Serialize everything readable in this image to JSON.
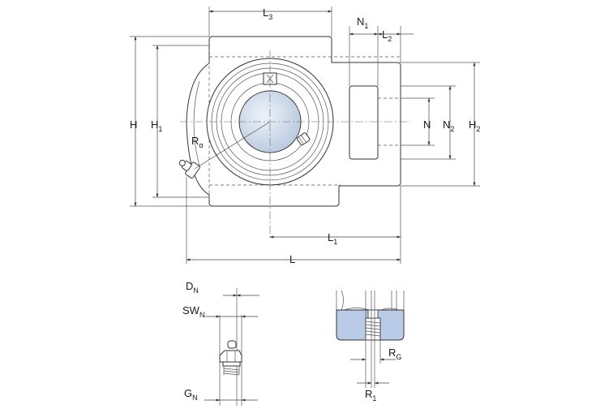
{
  "labels": {
    "L3": {
      "main": "L",
      "sub": "3"
    },
    "N1": {
      "main": "N",
      "sub": "1"
    },
    "L2": {
      "main": "L",
      "sub": "2"
    },
    "H": {
      "main": "H",
      "sub": ""
    },
    "H1": {
      "main": "H",
      "sub": "1"
    },
    "Ra": {
      "main": "R",
      "sub": "α"
    },
    "N": {
      "main": "N",
      "sub": ""
    },
    "N2": {
      "main": "N",
      "sub": "2"
    },
    "H2": {
      "main": "H",
      "sub": "2"
    },
    "L1": {
      "main": "L",
      "sub": "1"
    },
    "L": {
      "main": "L",
      "sub": ""
    },
    "DN": {
      "main": "D",
      "sub": "N"
    },
    "SWN": {
      "main": "SW",
      "sub": "N"
    },
    "GN": {
      "main": "G",
      "sub": "N"
    },
    "RG": {
      "main": "R",
      "sub": "G"
    },
    "R1": {
      "main": "R",
      "sub": "1"
    }
  },
  "colors": {
    "line": "#333333",
    "bore_fill": "#c9d6e8",
    "section_fill": "#b9cbe6"
  }
}
